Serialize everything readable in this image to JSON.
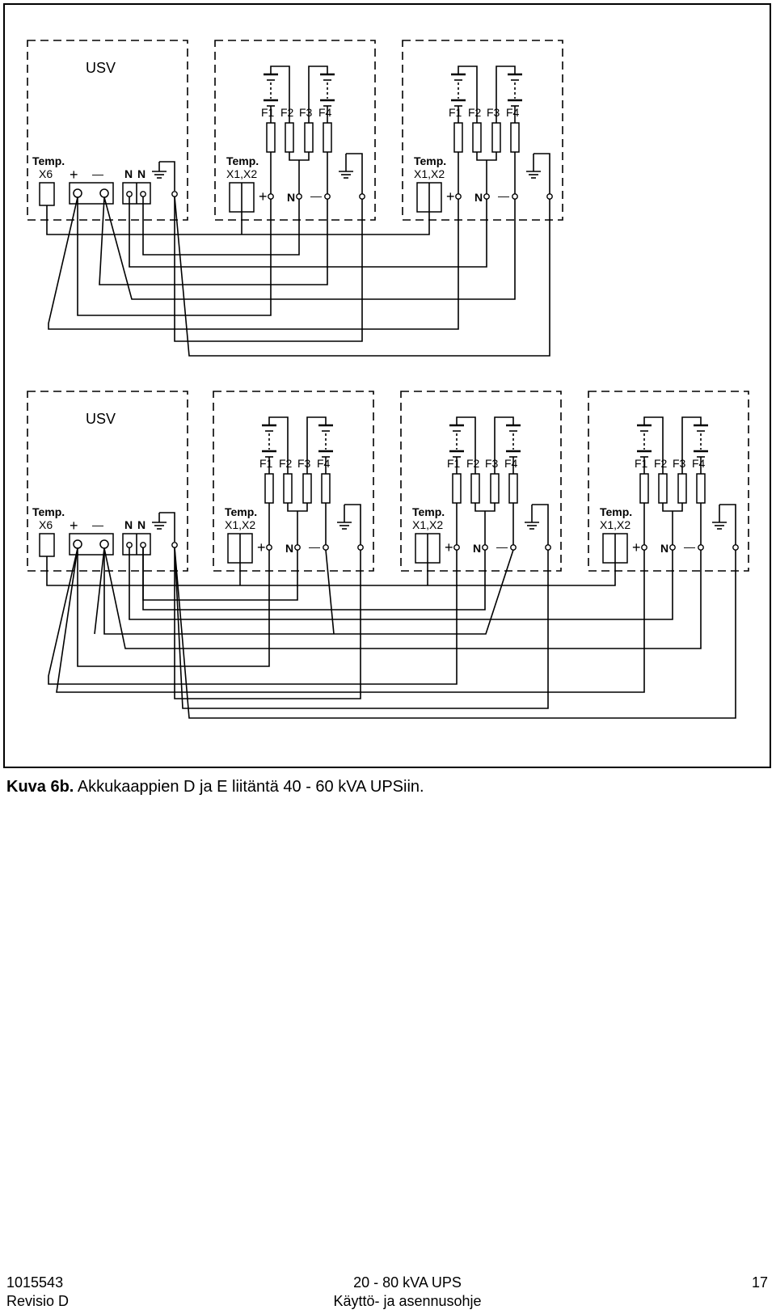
{
  "figure": {
    "caption_label": "Kuva 6b.",
    "caption_text": " Akkukaappien D ja E liitäntä 40 - 60 kVA UPSiin.",
    "ups_label": "USV",
    "temp_label": "Temp.",
    "ups_temp_connector": "X6",
    "cabinet_temp_connector": "X1,X2",
    "plus_symbol": "+",
    "minus_symbol": "—",
    "neutral_label": "N",
    "fuses": [
      "F1",
      "F2",
      "F3",
      "F4"
    ],
    "groups": [
      {
        "name": "upper",
        "cabinet_count": 2
      },
      {
        "name": "lower",
        "cabinet_count": 3
      }
    ]
  },
  "footer": {
    "doc_number": "1015543",
    "revision": "Revisio D",
    "product": "20 - 80 kVA UPS",
    "manual_title": "Käyttö- ja asennusohje",
    "page_number": "17"
  }
}
